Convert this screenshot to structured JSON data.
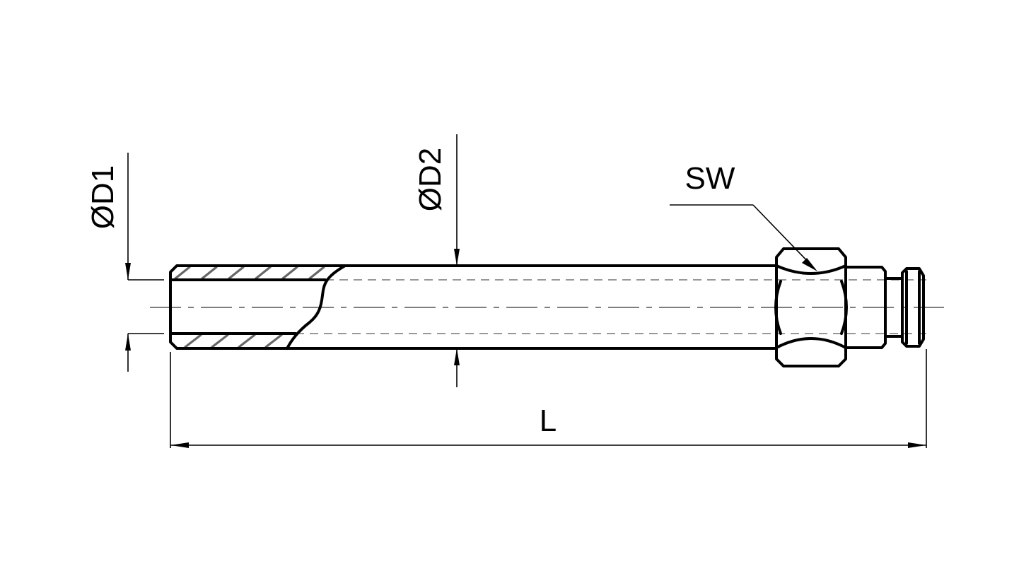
{
  "labels": {
    "d1": "ØD1",
    "d2": "ØD2",
    "sw": "SW",
    "l": "L"
  },
  "colors": {
    "line": "#000000",
    "hatch": "#666666",
    "hidden_line": "#8a8a8a",
    "center_line": "#555555"
  }
}
